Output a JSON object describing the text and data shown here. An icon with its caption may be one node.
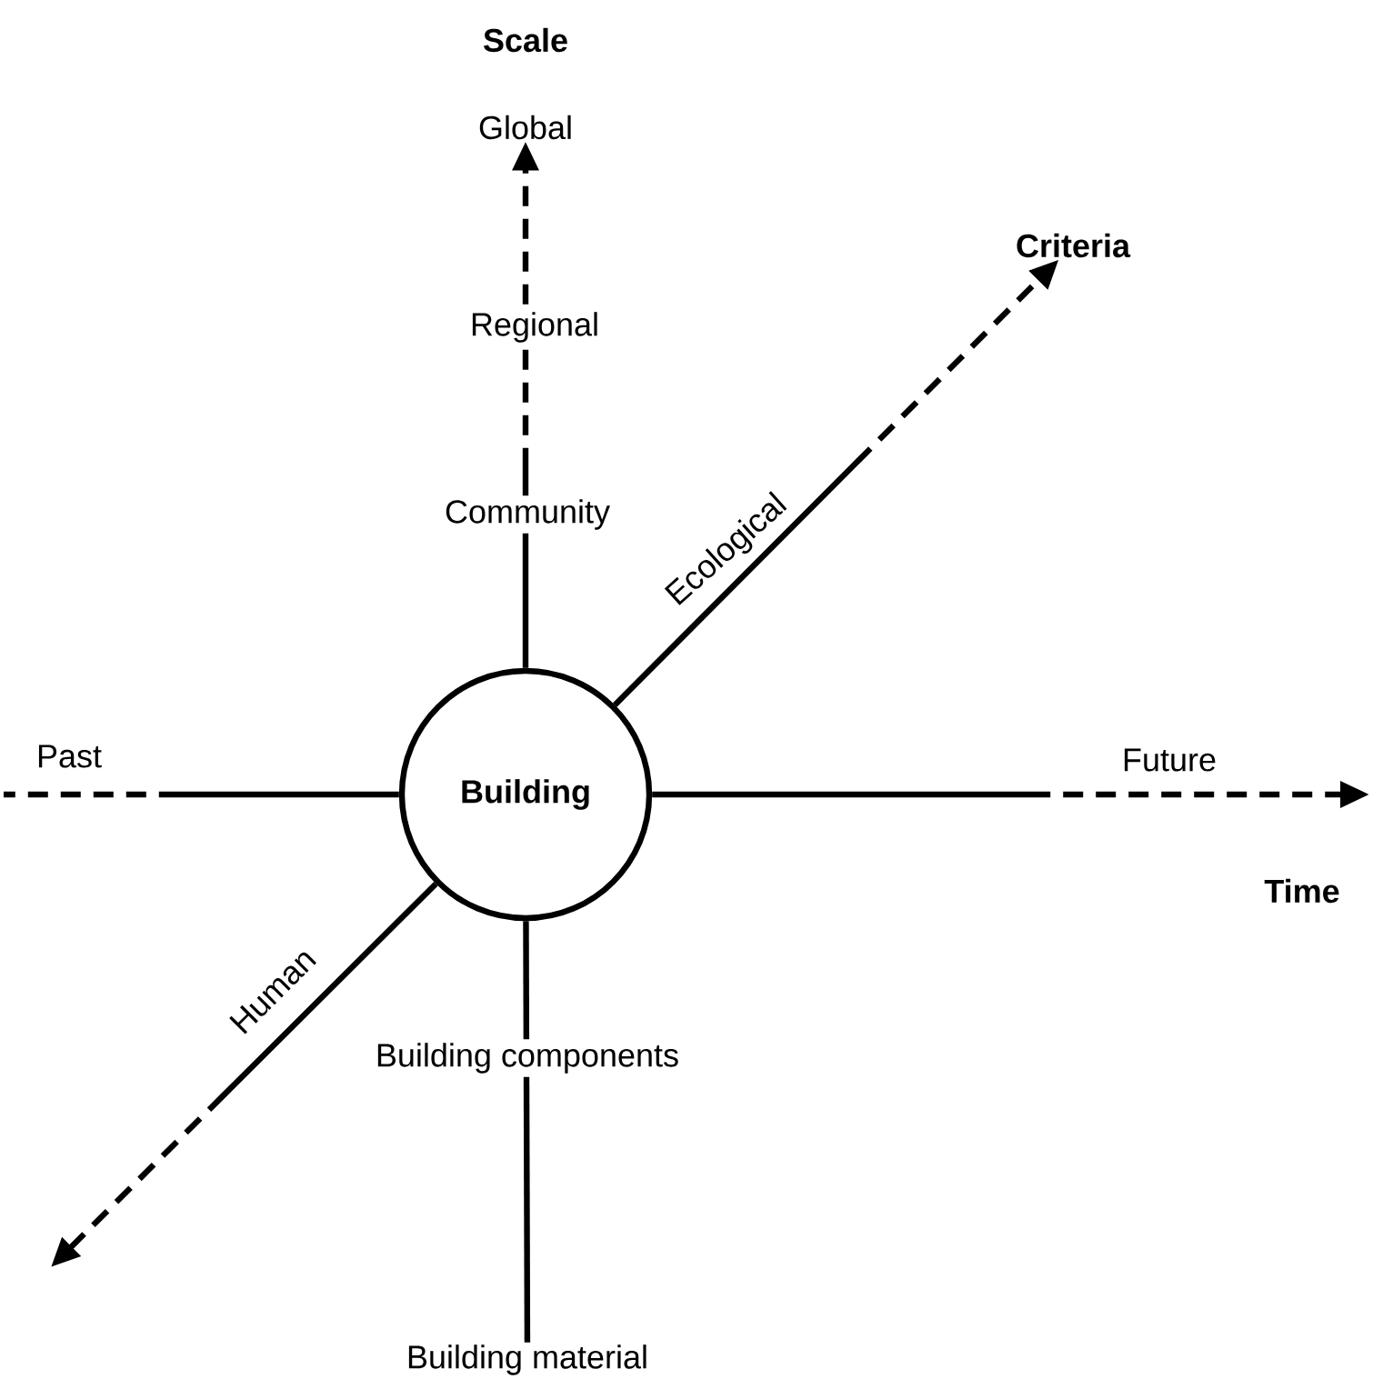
{
  "diagram": {
    "nodes": [
      {
        "text": [
          "Building"
        ]
      },
      {
        "text": [
          "Global"
        ]
      },
      {
        "text": [
          "Criteria"
        ]
      },
      {
        "text": [
          "Building material"
        ]
      }
    ],
    "edges": [
      {
        "from": 0,
        "to": 1,
        "arrow": "to",
        "style": "dashed"
      },
      {
        "from": 0,
        "to": 2,
        "arrow": "to",
        "style": "dashed",
        "label": "Ecological"
      },
      {
        "from": 0,
        "to": null,
        "arrow": "to",
        "style": "dashed"
      },
      {
        "from": 0,
        "to": null,
        "arrow": "none",
        "style": "dashed"
      },
      {
        "from": 0,
        "to": null,
        "arrow": "to",
        "style": "dashed",
        "label": "Human"
      },
      {
        "from": 0,
        "to": 3,
        "arrow": "none"
      }
    ],
    "labels": [
      "Scale",
      "Regional",
      "Community",
      "Past",
      "Future",
      "Time",
      "Building components"
    ]
  }
}
